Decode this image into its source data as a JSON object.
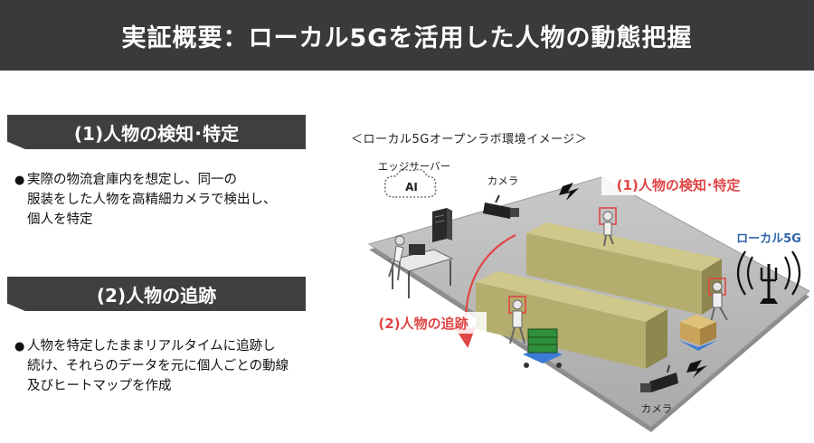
{
  "title": "実証概要：ローカル5Gを活用した人物の動態把握",
  "sections": [
    {
      "header": "(1)人物の検知･特定",
      "bullet_lines": [
        "実際の物流倉庫内を想定し、同一の",
        "服装をした人物を高精細カメラで検出し、",
        "個人を特定"
      ]
    },
    {
      "header": "(2)人物の追跡",
      "bullet_lines": [
        "人物を特定したままリアルタイムに追跡し",
        "続け、それらのデータを元に個人ごとの動線",
        "及びヒートマップを作成"
      ]
    }
  ],
  "diagram": {
    "label": "＜ローカル5Gオープンラボ環境イメージ＞",
    "edge_server": "エッジサーバー",
    "ai": "AI",
    "camera_top": "カメラ",
    "camera_bottom": "カメラ",
    "callout_detect": "(1)人物の検知･特定",
    "callout_track": "(2)人物の追跡",
    "local5g": "ローカル5G"
  },
  "colors": {
    "title_bg": "#3a3a3a",
    "header_bg": "#3f3f3f",
    "callout_red": "#e04545",
    "local5g_blue": "#2f63a8",
    "box_olive": "#b5ad6e"
  }
}
